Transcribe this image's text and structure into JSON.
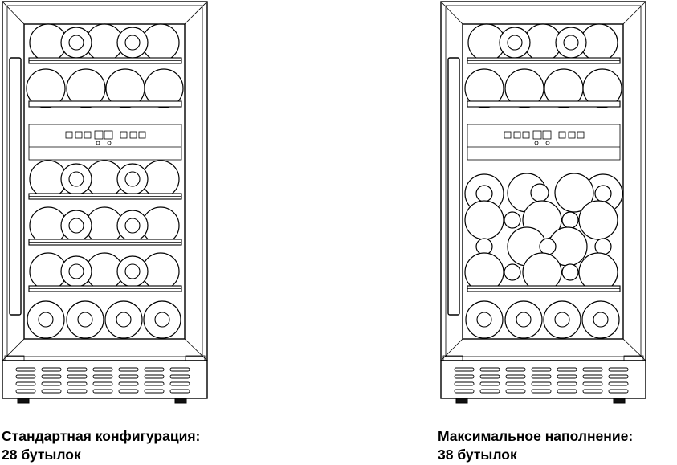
{
  "figures": [
    {
      "id": "standard",
      "caption_line1": "Стандартная конфигурация:",
      "caption_line2": "28 бутылок",
      "layout": "standard"
    },
    {
      "id": "maximum",
      "caption_line1": "Максимальное наполнение:",
      "caption_line2": "38 бутылок",
      "layout": "maximum"
    }
  ]
}
